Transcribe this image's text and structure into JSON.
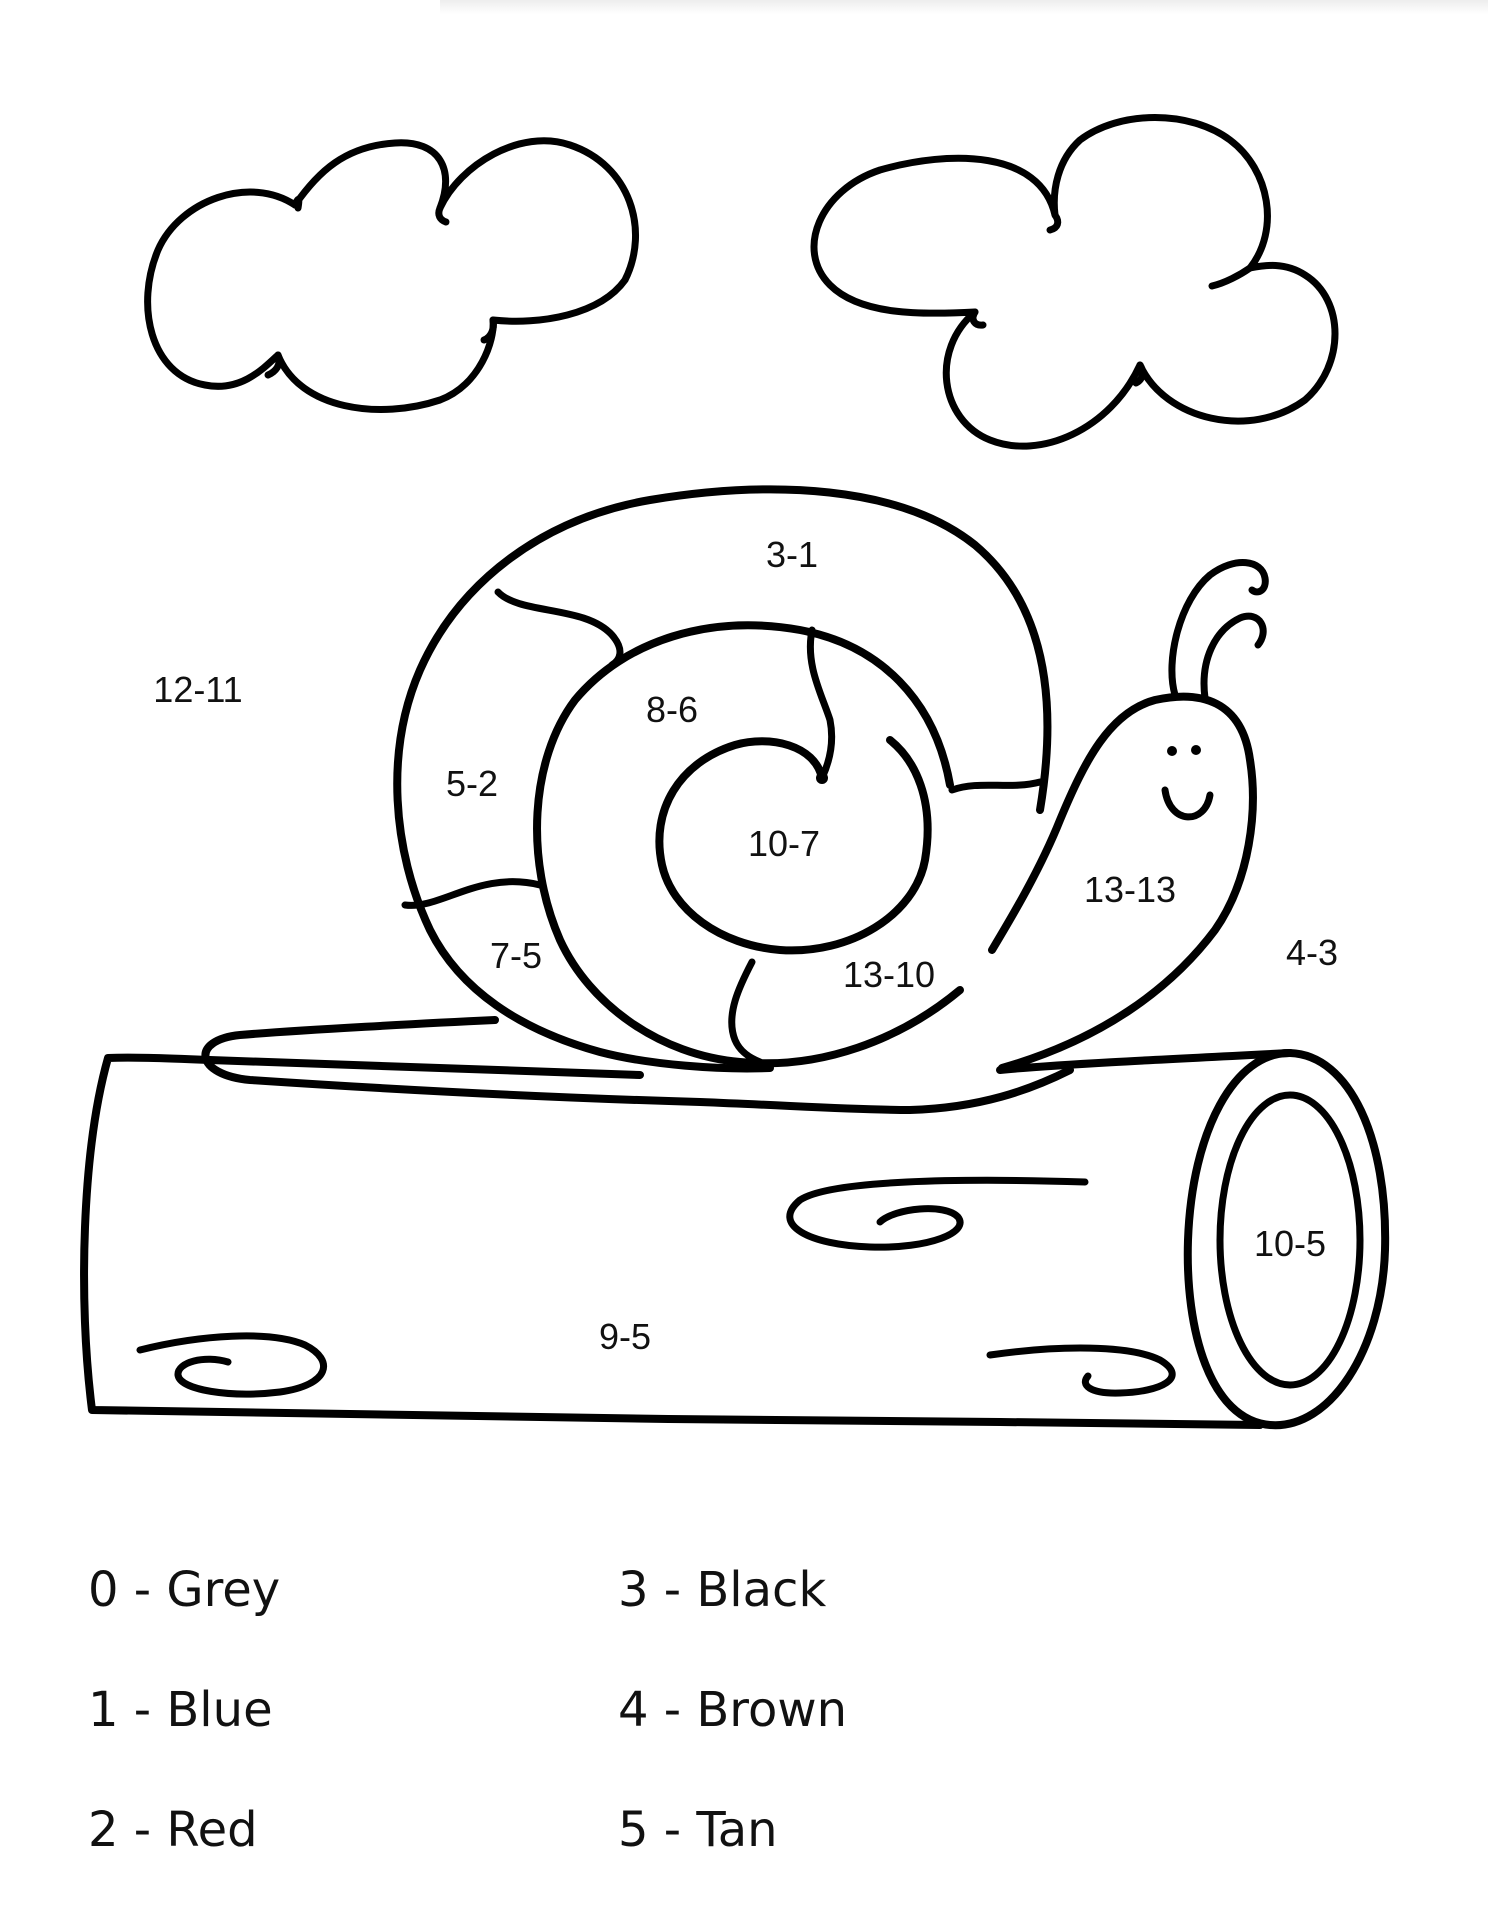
{
  "region_labels": {
    "background": "12-11",
    "shell_top": "3-1",
    "shell_left": "5-2",
    "shell_inner_top": "8-6",
    "shell_center": "10-7",
    "shell_lower_left": "7-5",
    "shell_lower_right": "13-10",
    "snail_body": "13-13",
    "ground_right": "4-3",
    "log_body": "9-5",
    "log_end": "10-5"
  },
  "color_key": {
    "left": [
      "0 - Grey",
      "1 - Blue",
      "2 - Red"
    ],
    "right": [
      "3 - Black",
      "4 - Brown",
      "5 - Tan"
    ]
  },
  "colors": {
    "line": "#000000",
    "paper": "#ffffff"
  }
}
